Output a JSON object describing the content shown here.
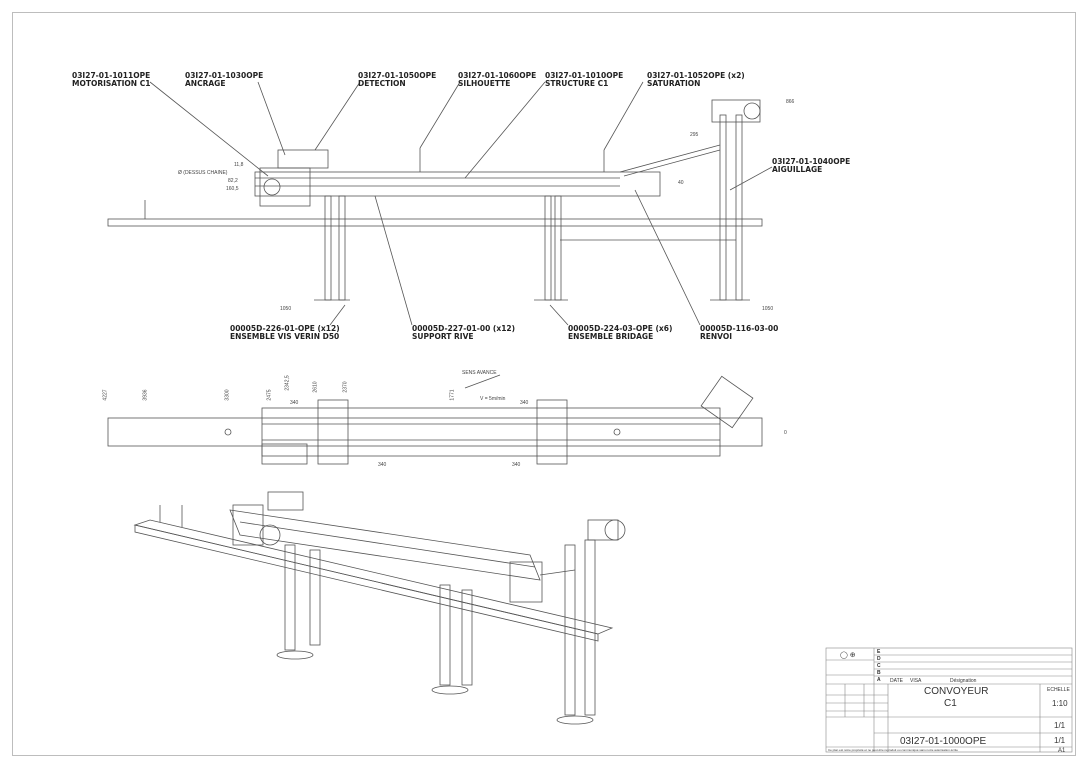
{
  "callouts": [
    {
      "ref": "03I27-01-1011OPE",
      "name": "MOTORISATION C1"
    },
    {
      "ref": "03I27-01-1030OPE",
      "name": "ANCRAGE"
    },
    {
      "ref": "03I27-01-1050OPE",
      "name": "DETECTION"
    },
    {
      "ref": "03I27-01-1060OPE",
      "name": "SILHOUETTE"
    },
    {
      "ref": "03I27-01-1010OPE",
      "name": "STRUCTURE C1"
    },
    {
      "ref": "03I27-01-1052OPE (x2)",
      "name": "SATURATION"
    },
    {
      "ref": "03I27-01-1040OPE",
      "name": "AIGUILLAGE"
    },
    {
      "ref": "00005D-226-01-OPE (x12)",
      "name": "ENSEMBLE VIS VERIN D50"
    },
    {
      "ref": "00005D-227-01-00 (x12)",
      "name": "SUPPORT RIVE"
    },
    {
      "ref": "00005D-224-03-OPE (x6)",
      "name": "ENSEMBLE BRIDAGE"
    },
    {
      "ref": "00005D-116-03-00",
      "name": "RENVOI"
    }
  ],
  "dimensions": {
    "d1": "11,8",
    "d2": "Ø (DESSUS CHAINE)",
    "d3": "82,2",
    "d4": "160,5",
    "d5": "40",
    "d6": "866",
    "d7": "295",
    "d8": "1050",
    "d9": "1050",
    "d10": "4227",
    "d11": "3936",
    "d12": "3300",
    "d13": "2475",
    "d14": "2342,5",
    "d15": "2610",
    "d16": "2370",
    "d17": "1771",
    "d18": "340",
    "d19": "340",
    "d20": "340",
    "d21": "340",
    "d22": "0"
  },
  "flow": {
    "direction": "SENS AVANCE",
    "speed": "V = 5m/min"
  },
  "title_block": {
    "designation_label": "Désignation",
    "title": "CONVOYEUR",
    "subtitle": "C1",
    "scale_label": "ECHELLE",
    "scale": "1:10",
    "sheet1": "1/1",
    "sheet2": "1/1",
    "drawing_number": "03I27-01-1000OPE",
    "format": "A1",
    "rev_letters": [
      "E",
      "D",
      "C",
      "B",
      "A"
    ],
    "date_label": "DATE",
    "visa_label": "VISA",
    "footer": "Ce plan est notre propriété et ne peut être reproduit ou communiqué sans notre autorisation écrite"
  }
}
